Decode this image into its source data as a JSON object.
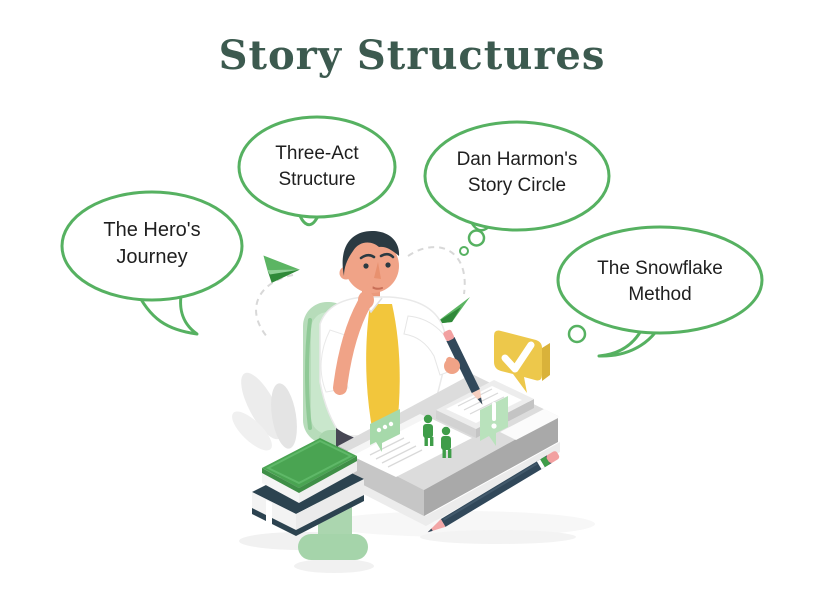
{
  "title": "Story Structures",
  "bubbles": [
    {
      "label": "The Hero's\nJourney"
    },
    {
      "label": "Three-Act\nStructure"
    },
    {
      "label": "Dan Harmon's\nStory Circle"
    },
    {
      "label": "The Snowflake\nMethod"
    }
  ],
  "illustration": {
    "elements": [
      "thinking-man",
      "office-chair",
      "desk-with-papers",
      "mini-figures",
      "ellipsis-speech-icon",
      "exclamation-speech-icon",
      "check-note",
      "stacked-books",
      "large-pencil",
      "writing-pencil",
      "paper-plane-left",
      "paper-plane-right",
      "thought-circles",
      "plant-leaves",
      "dashed-paths"
    ]
  },
  "colors": {
    "title_green": "#3c5a4f",
    "bubble_outline": "#56b161",
    "illustration_green": "#4aa452",
    "dark_green": "#2f8939",
    "light_green": "#b7dcba",
    "pale_green_icon": "#a6d9aa",
    "yellow_note": "#edc84b",
    "yellow_tie": "#f2c63c",
    "navy_pencil": "#31485a",
    "salmon": "#f2a0a0",
    "skin": "#f0a387",
    "hair": "#2b3a42",
    "desk_gray": "#dcdcdc",
    "text_dark": "#1f1f1f"
  }
}
